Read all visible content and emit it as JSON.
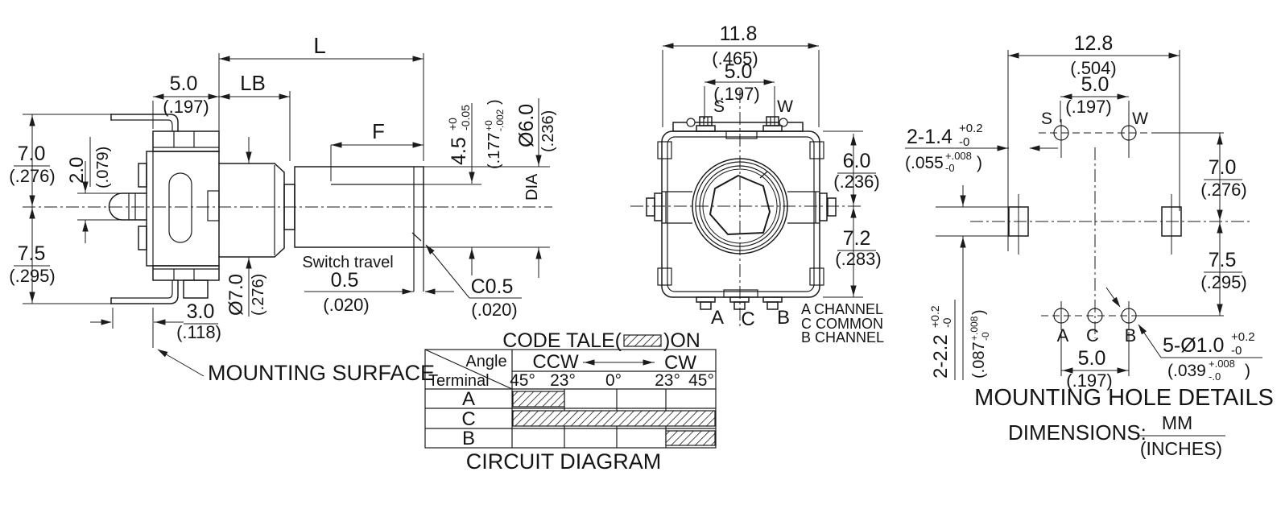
{
  "side": {
    "l": "L",
    "lb": "LB",
    "f": "F",
    "d50": "5.0",
    "d50i": "(.197)",
    "d70": "7.0",
    "d70i": "(.276)",
    "d20": "2.0",
    "d20i": "(.079)",
    "d75": "7.5",
    "d75i": "(.295)",
    "d30": "3.0",
    "d30i": "(.118)",
    "dia7": "Ø7.0",
    "dia7i": "(.276)",
    "d45": "4.5",
    "d45su": "+0",
    "d45sd": "-0.05",
    "d45i": "(.177",
    "d45isu": "+0",
    "d45isd": "-.002",
    "d45ic": ")",
    "dia6": "Ø6.0",
    "dia6i": "(.236)",
    "dia": "DIA",
    "sw": "Switch travel",
    "d05": "0.5",
    "d05i": "(.020)",
    "c05": "C0.5",
    "c05i": "(.020)",
    "ms": "MOUNTING SURFACE"
  },
  "front": {
    "d118": "11.8",
    "d118i": "(.465)",
    "d50": "5.0",
    "d50i": "(.197)",
    "s": "S",
    "w": "W",
    "d60": "6.0",
    "d60i": "(.236)",
    "d72": "7.2",
    "d72i": "(.283)",
    "ta": "A",
    "tc": "C",
    "tb": "B",
    "leg1": "A CHANNEL",
    "leg2": "C COMMON",
    "leg3": "B CHANNEL"
  },
  "table": {
    "t1": "CODE TALE(",
    "t2": ")ON",
    "angle": "Angle",
    "terminal": "Terminal",
    "ccw": "CCW",
    "cw": "CW",
    "a1": "45°",
    "a2": "23°",
    "a3": "0°",
    "a4": "23°",
    "a5": "45°",
    "r1": "A",
    "r2": "C",
    "r3": "B",
    "caption": "CIRCUIT DIAGRAM"
  },
  "mount": {
    "d128": "12.8",
    "d128i": "(.504)",
    "d50t": "5.0",
    "d50ti": "(.197)",
    "s": "S",
    "w": "W",
    "d14": "2-1.4",
    "d14su": "+0.2",
    "d14sd": "-0",
    "d14i": "(.055",
    "d14isu": "+.008",
    "d14isd": "-0",
    "d14ic": ")",
    "d70": "7.0",
    "d70i": "(.276)",
    "d75": "7.5",
    "d75i": "(.295)",
    "d22": "2-2.2",
    "d22su": "+0.2",
    "d22sd": "-0",
    "d22i": "(.087",
    "d22isu": "+.008",
    "d22isd": "-0",
    "d22ic": ")",
    "ha": "A",
    "hc": "C",
    "hb": "B",
    "d50b": "5.0",
    "d50bi": "(.197)",
    "d10": "5-Ø1.0",
    "d10su": "+0.2",
    "d10sd": "-0",
    "d10i": "(.039",
    "d10isu": "+.008",
    "d10isd": "-.0",
    "d10ic": ")",
    "title": "MOUNTING HOLE DETAILS",
    "dims": "DIMENSIONS:",
    "mm": "MM",
    "inches": "(INCHES)"
  }
}
